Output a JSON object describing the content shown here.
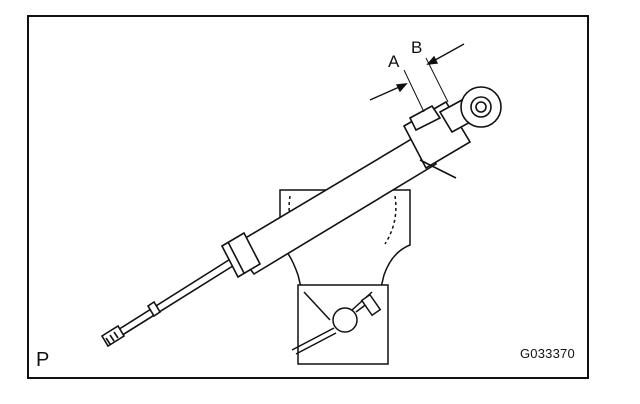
{
  "labels": {
    "a": "A",
    "b": "B",
    "p": "P",
    "figure_code": "G033370"
  },
  "icons": [
    "shock-absorber-illustration",
    "bench-vise-illustration",
    "dimension-arrow-icon"
  ],
  "colors": {
    "line": "#111111",
    "background": "#ffffff"
  }
}
